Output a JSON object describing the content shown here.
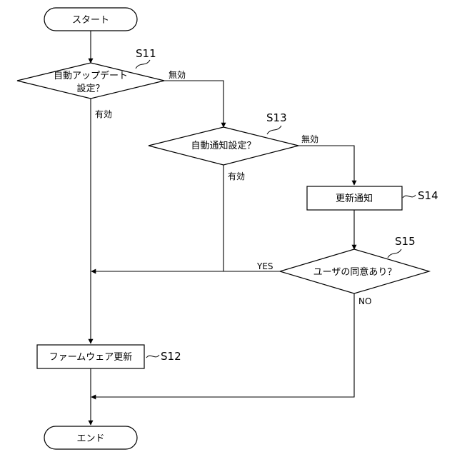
{
  "nodes": {
    "start": "スタート",
    "s11_line1": "自動アップデート",
    "s11_line2": "設定？",
    "s13": "自動通知設定？",
    "s14": "更新通知",
    "s15": "ユーザの同意あり？",
    "s12": "ファームウェア更新",
    "end": "エンド"
  },
  "step_labels": {
    "s11": "S11",
    "s12": "S12",
    "s13": "S13",
    "s14": "S14",
    "s15": "S15"
  },
  "edge_labels": {
    "s11_disabled": "無効",
    "s11_enabled": "有効",
    "s13_disabled": "無効",
    "s13_enabled": "有効",
    "s15_yes": "YES",
    "s15_no": "NO"
  }
}
